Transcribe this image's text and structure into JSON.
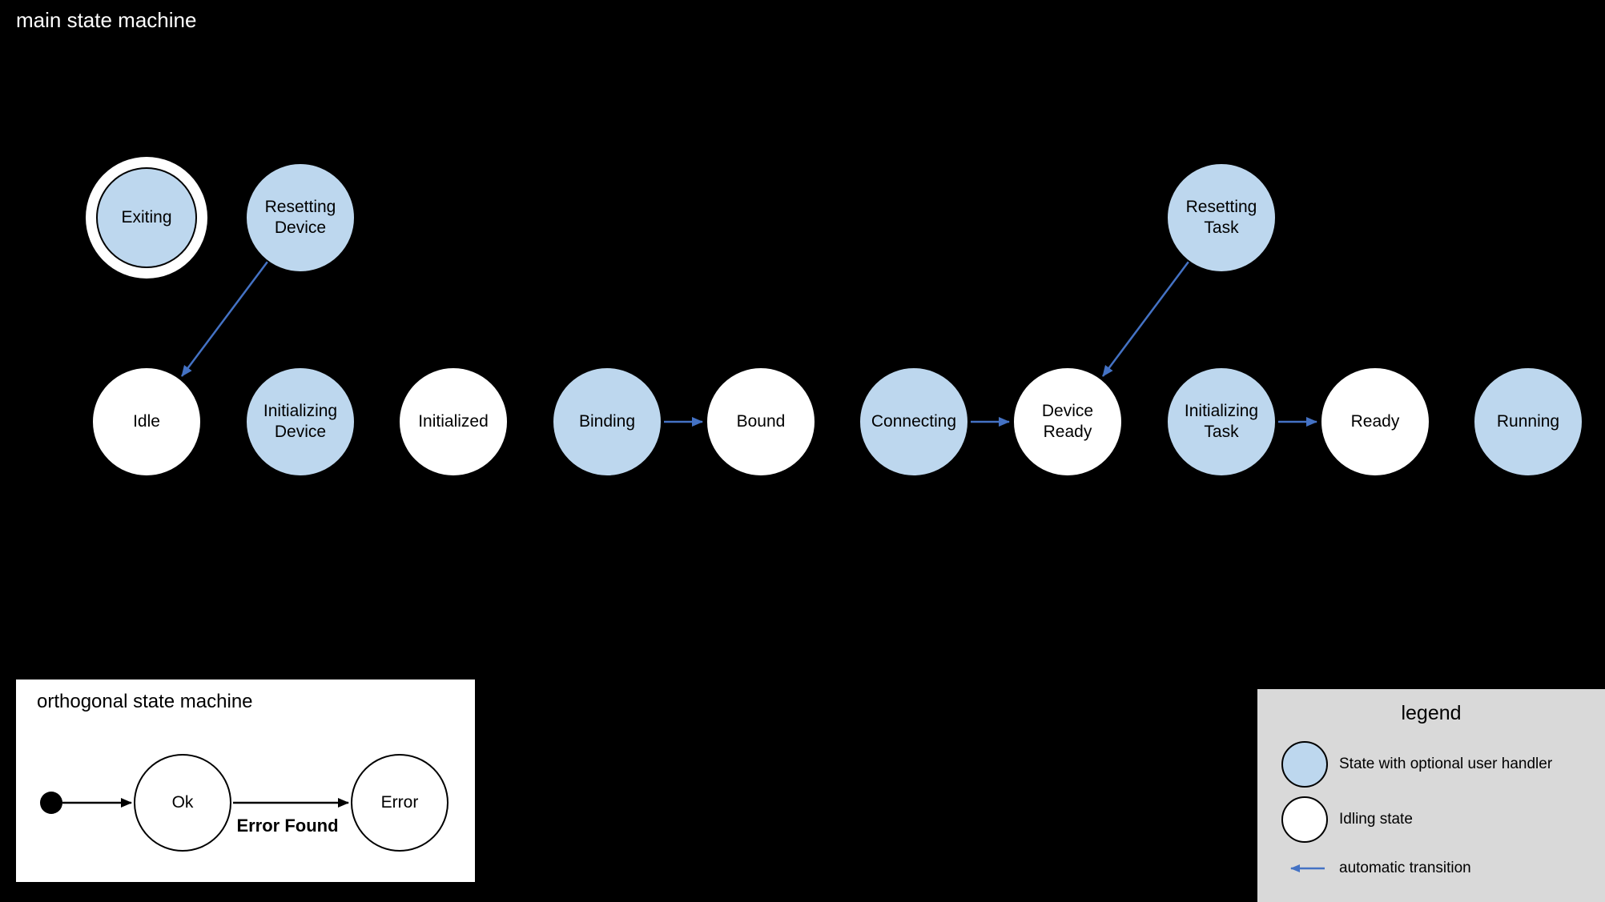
{
  "colors": {
    "background": "#000000",
    "handler_state_fill": "#BDD7EE",
    "idle_state_fill": "#FFFFFF",
    "state_border": "#000000",
    "transition_arrow": "#4472C4",
    "legend_background": "#D9D9D9"
  },
  "main": {
    "title": "main state machine",
    "states": [
      {
        "label": "Exiting",
        "type": "handler",
        "decoration": "double-ring"
      },
      {
        "label": "Resetting\nDevice",
        "type": "handler"
      },
      {
        "label": "Resetting\nTask",
        "type": "handler"
      },
      {
        "label": "Idle",
        "type": "idle"
      },
      {
        "label": "Initializing\nDevice",
        "type": "handler"
      },
      {
        "label": "Initialized",
        "type": "idle"
      },
      {
        "label": "Binding",
        "type": "handler"
      },
      {
        "label": "Bound",
        "type": "idle"
      },
      {
        "label": "Connecting",
        "type": "handler"
      },
      {
        "label": "Device\nReady",
        "type": "idle"
      },
      {
        "label": "Initializing\nTask",
        "type": "handler"
      },
      {
        "label": "Ready",
        "type": "idle"
      },
      {
        "label": "Running",
        "type": "handler"
      }
    ],
    "transitions": [
      {
        "from": "Resetting Device",
        "to": "Idle"
      },
      {
        "from": "Resetting Task",
        "to": "Device Ready"
      },
      {
        "from": "Binding",
        "to": "Bound"
      },
      {
        "from": "Connecting",
        "to": "Device Ready"
      },
      {
        "from": "Initializing Task",
        "to": "Ready"
      }
    ]
  },
  "orthogonal": {
    "title": "orthogonal state machine",
    "states": [
      {
        "label": "Ok",
        "type": "idle"
      },
      {
        "label": "Error",
        "type": "idle"
      }
    ],
    "transitions": [
      {
        "from": "initial",
        "to": "Ok",
        "label": ""
      },
      {
        "from": "Ok",
        "to": "Error",
        "label": "Error Found"
      }
    ]
  },
  "legend": {
    "title": "legend",
    "items": [
      {
        "symbol": "handler-state-circle",
        "label": "State with optional user handler"
      },
      {
        "symbol": "idle-state-circle",
        "label": "Idling state"
      },
      {
        "symbol": "automatic-transition-arrow",
        "label": "automatic transition"
      }
    ]
  }
}
